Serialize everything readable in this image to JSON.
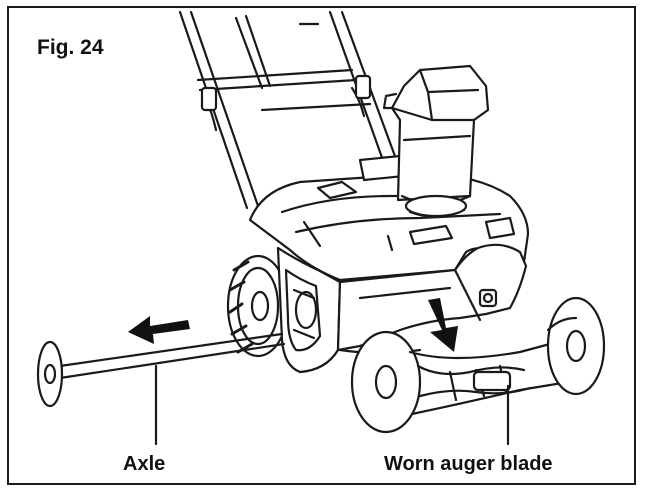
{
  "figure": {
    "title": "Fig. 24"
  },
  "labels": {
    "axle": "Axle",
    "auger_blade": "Worn auger blade"
  },
  "colors": {
    "line": "#1a1a1a",
    "fill": "#ffffff",
    "shade": "#555555"
  }
}
